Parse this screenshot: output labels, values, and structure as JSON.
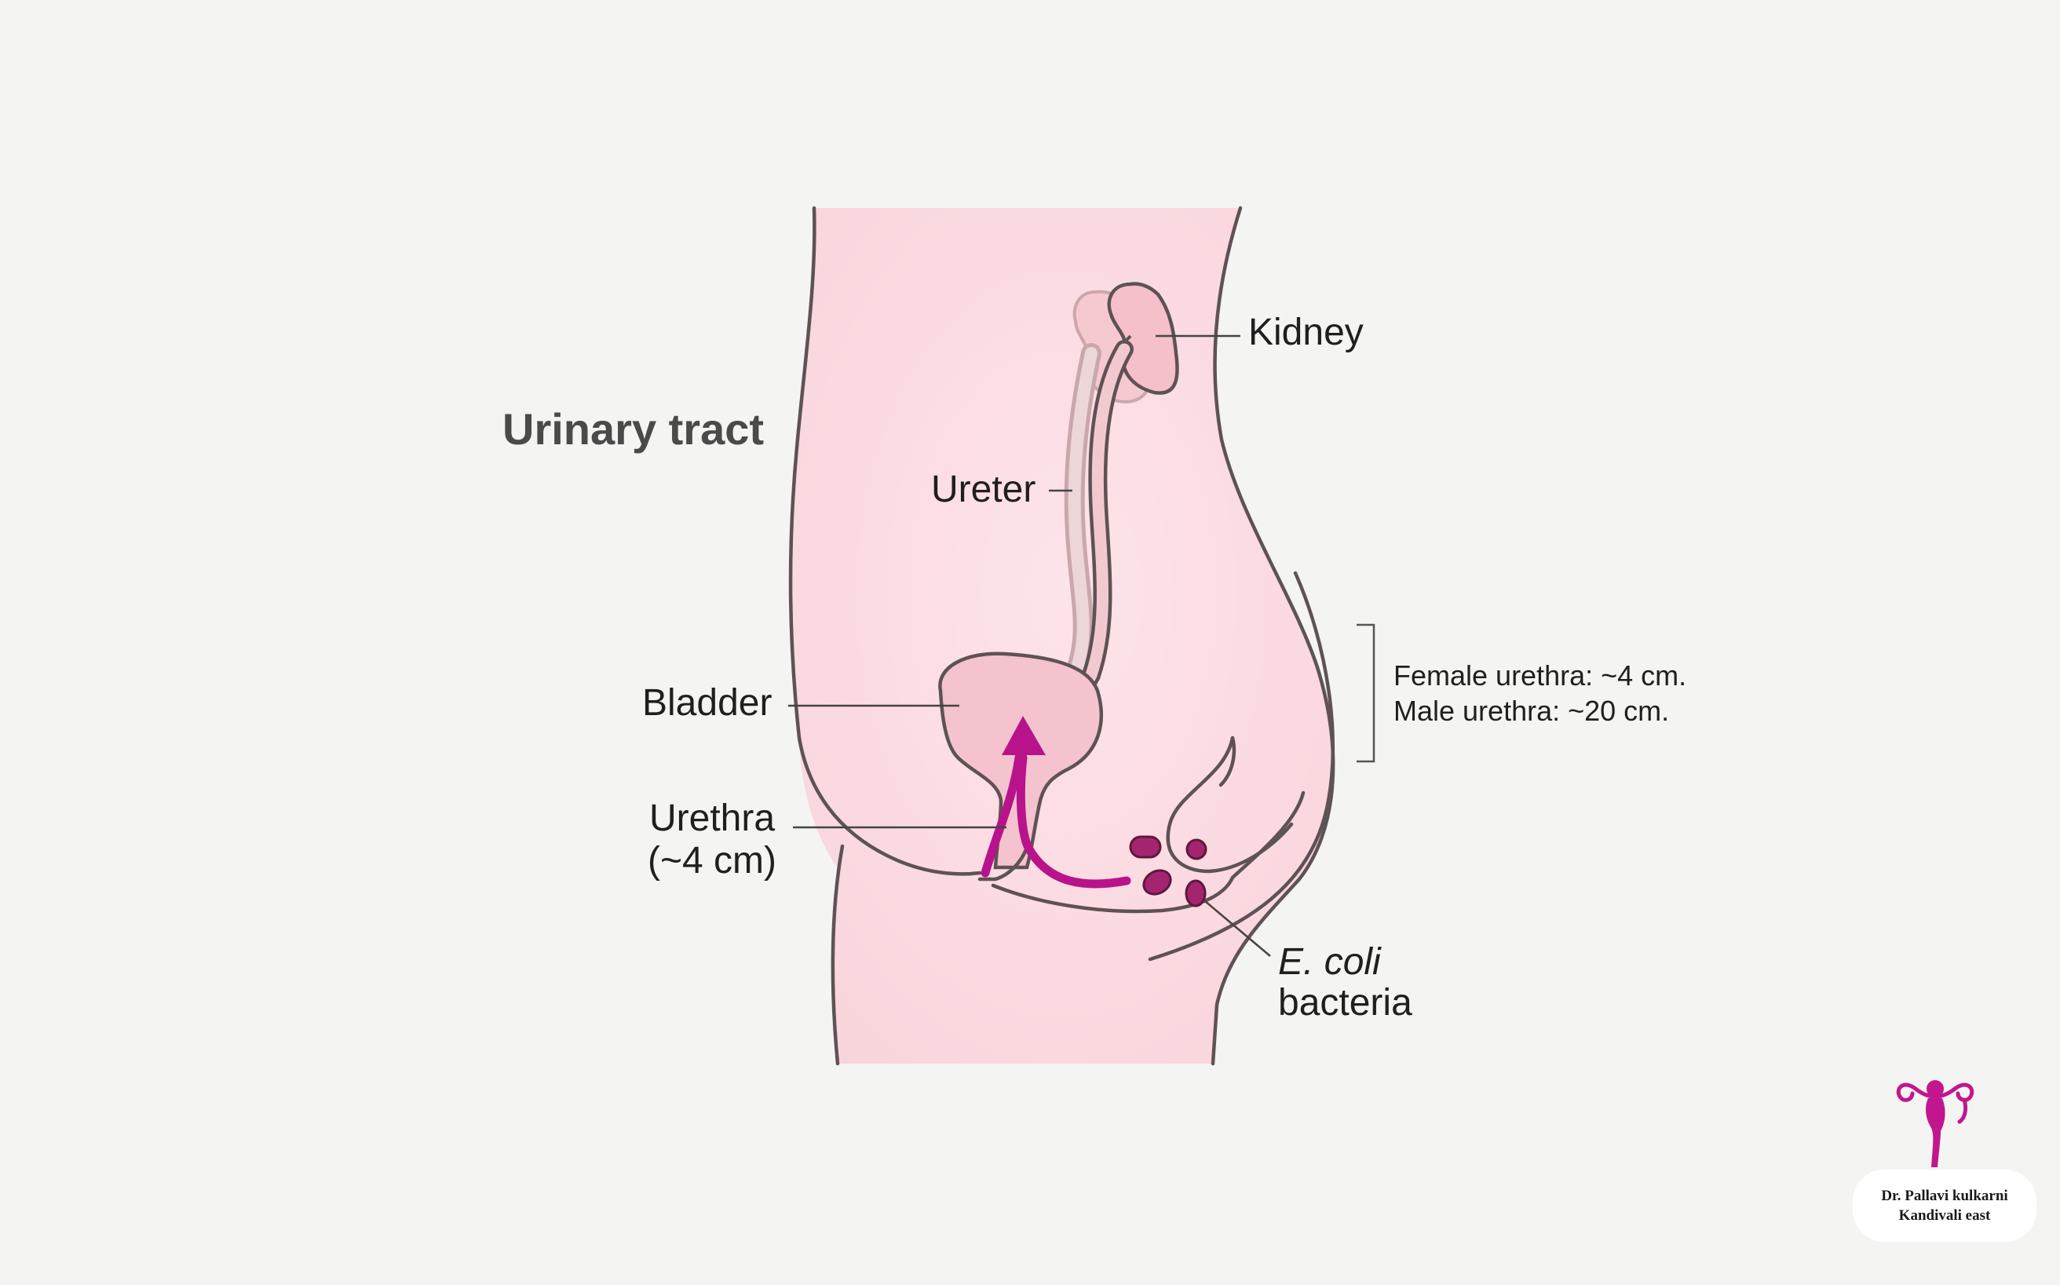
{
  "diagram": {
    "title": "Urinary tract",
    "labels": {
      "kidney": "Kidney",
      "ureter": "Ureter",
      "bladder": "Bladder",
      "urethra_line1": "Urethra",
      "urethra_line2": "(~4 cm)",
      "ecoli_italic": "E. coli",
      "ecoli_line2": "bacteria",
      "female_urethra": "Female urethra: ~4 cm.",
      "male_urethra": "Male urethra: ~20 cm."
    },
    "colors": {
      "skin": "#fbdde3",
      "outline": "#5e5354",
      "organ": "#f5c3cd",
      "arrow": "#b8138b",
      "bacteria": "#a4246f"
    }
  },
  "brand": {
    "name": "Dr. Pallavi kulkarni",
    "location": "Kandivali east",
    "logo_icon": "woman-uterus-logo-icon"
  }
}
